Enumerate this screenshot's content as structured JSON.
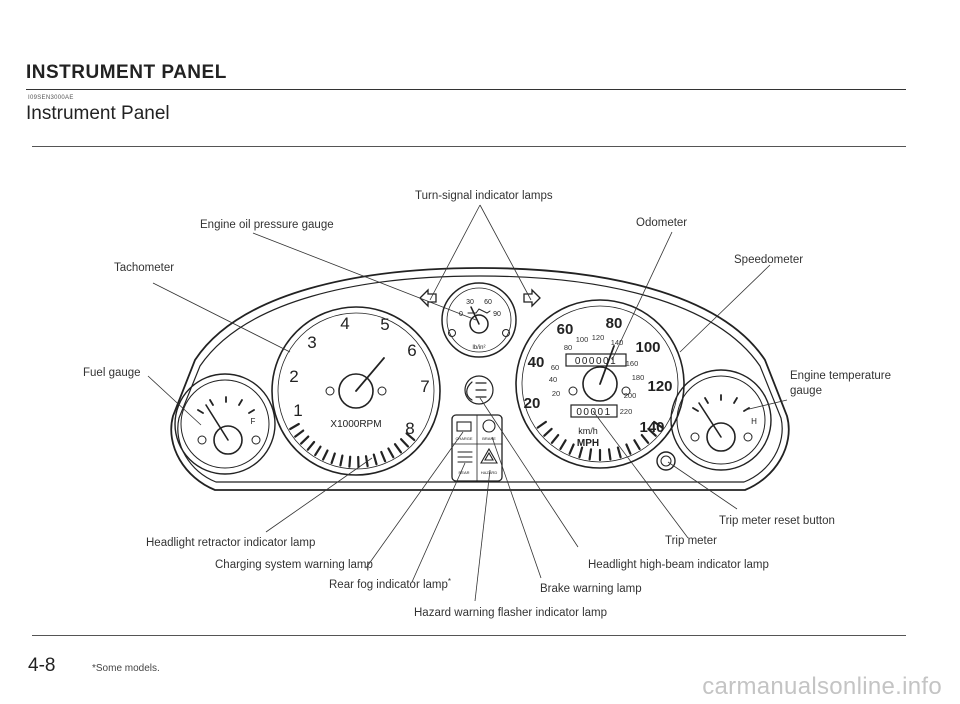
{
  "header": {
    "section_title": "INSTRUMENT PANEL",
    "doc_code": "I09SEN3000AE",
    "sub_title": "Instrument Panel"
  },
  "labels": {
    "turn_signal": "Turn-signal indicator lamps",
    "engine_oil": "Engine oil pressure gauge",
    "odometer": "Odometer",
    "tachometer": "Tachometer",
    "speedometer": "Speedometer",
    "fuel_gauge": "Fuel gauge",
    "engine_temp_line1": "Engine temperature",
    "engine_temp_line2": "gauge",
    "trip_reset": "Trip meter reset button",
    "trip_meter": "Trip meter",
    "headlight_retractor": "Headlight retractor indicator lamp",
    "charging": "Charging system warning lamp",
    "high_beam": "Headlight high-beam indicator lamp",
    "rear_fog": "Rear fog indicator lamp",
    "rear_fog_mark": "*",
    "brake": "Brake warning lamp",
    "hazard": "Hazard warning flasher indicator lamp"
  },
  "tachometer": {
    "numbers": [
      "1",
      "2",
      "3",
      "4",
      "5",
      "6",
      "7",
      "8"
    ],
    "unit": "X1000RPM"
  },
  "speedometer": {
    "mph_numbers": [
      "20",
      "40",
      "60",
      "80",
      "100",
      "120",
      "140"
    ],
    "kmh_numbers": [
      "20",
      "40",
      "60",
      "80",
      "100",
      "120",
      "140",
      "160",
      "180",
      "200",
      "220"
    ],
    "odometer_digits": "000001",
    "trip_digits": "00001",
    "unit_top": "km/h",
    "unit_bottom": "MPH"
  },
  "oil_gauge": {
    "low": "0",
    "mid": "30",
    "mid2": "60",
    "high": "90",
    "unit": "lb/in²"
  },
  "fuel": {
    "full": "F"
  },
  "temp": {
    "hot": "H"
  },
  "warning_lamps": {
    "charge": "CHARGE",
    "brake": "BRAKE",
    "rear": "REAR",
    "hazard": "HAZARD"
  },
  "footer": {
    "page_number": "4-8",
    "footnote": "*Some models.",
    "watermark": "carmanualsonline.info"
  }
}
